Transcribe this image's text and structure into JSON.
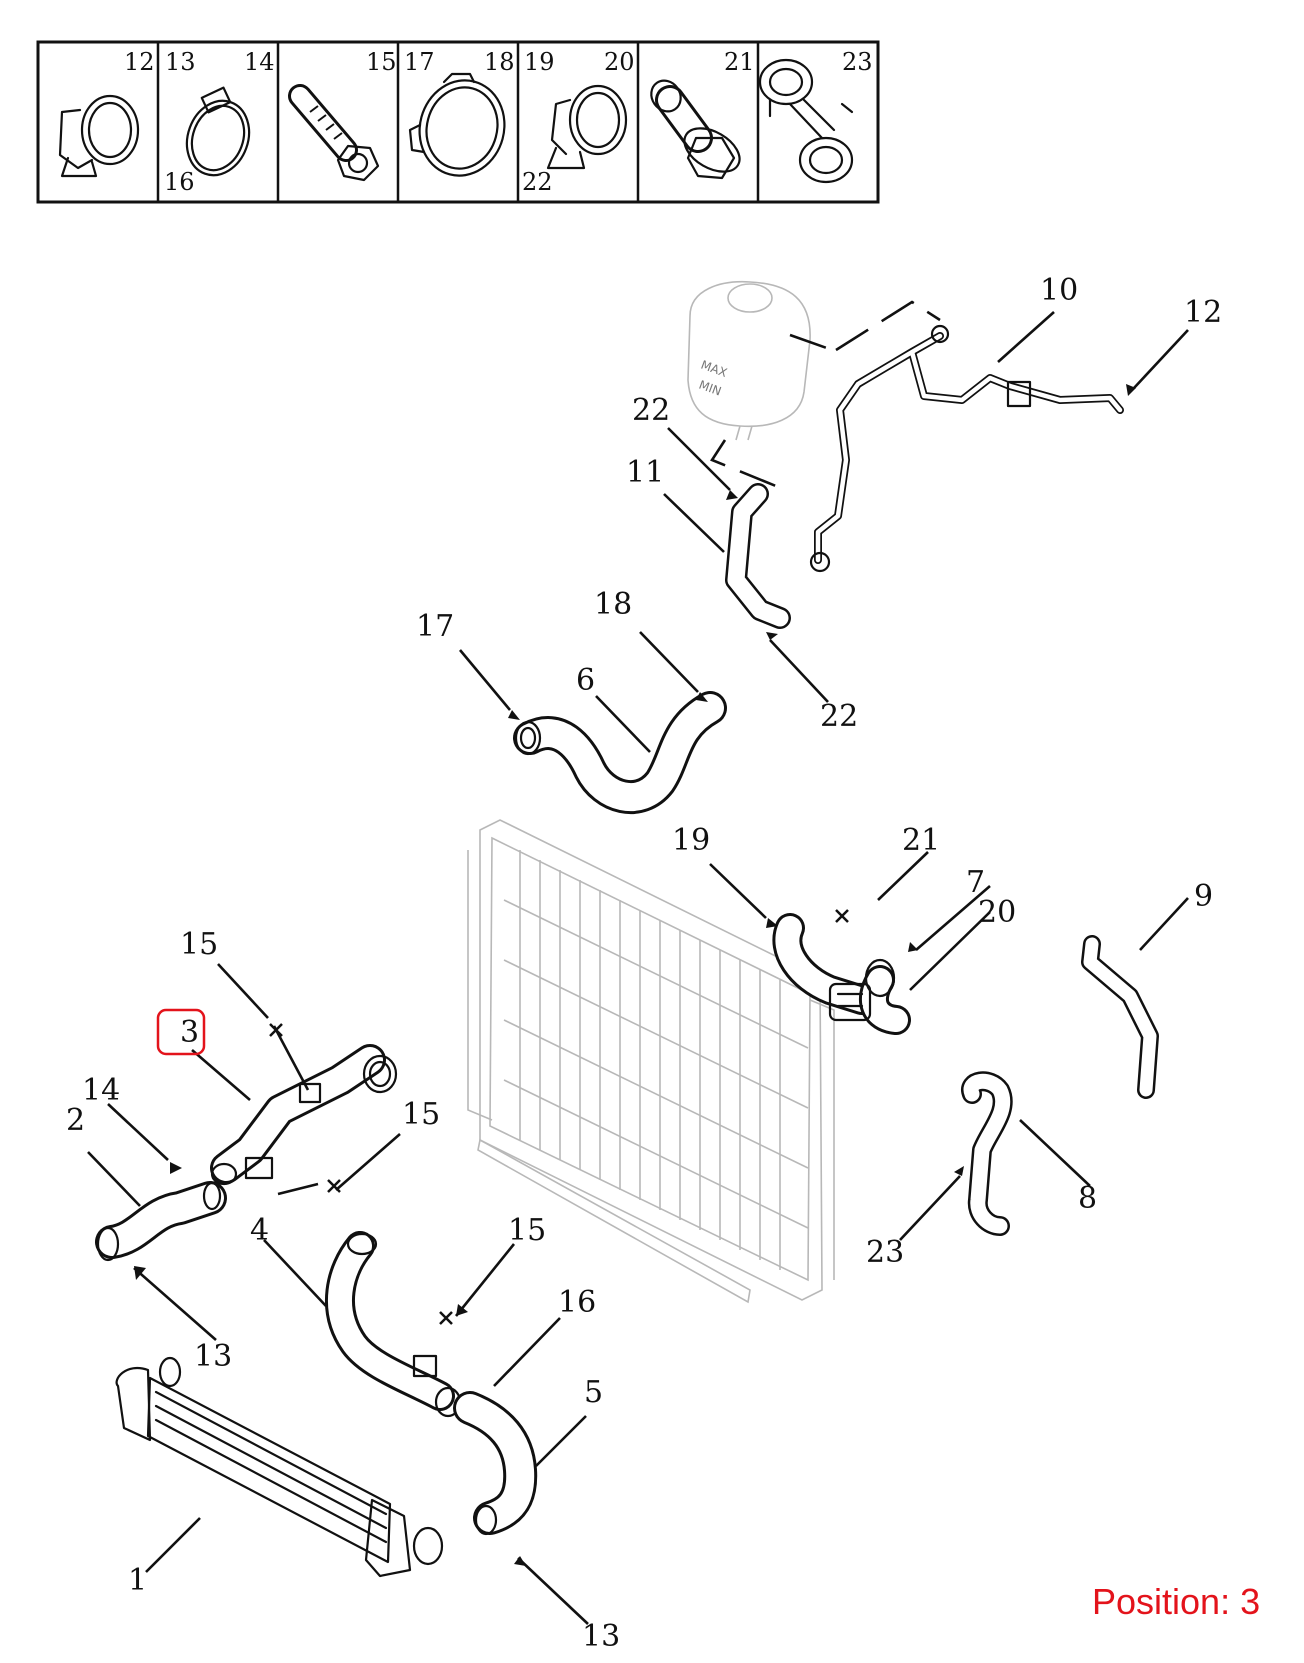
{
  "parts_table": {
    "cells": [
      {
        "labels": [
          "12"
        ]
      },
      {
        "labels": [
          "13",
          "14",
          "16"
        ]
      },
      {
        "labels": [
          "15"
        ]
      },
      {
        "labels": [
          "17",
          "18"
        ]
      },
      {
        "labels": [
          "19",
          "20",
          "22"
        ]
      },
      {
        "labels": [
          "21"
        ]
      },
      {
        "labels": [
          "23"
        ]
      }
    ]
  },
  "callouts": {
    "c1": "1",
    "c2": "2",
    "c3": "3",
    "c4": "4",
    "c5": "5",
    "c6": "6",
    "c7": "7",
    "c8": "8",
    "c9": "9",
    "c10": "10",
    "c11": "11",
    "c12": "12",
    "c13a": "13",
    "c13b": "13",
    "c14": "14",
    "c15a": "15",
    "c15b": "15",
    "c15c": "15",
    "c16": "16",
    "c17": "17",
    "c18": "18",
    "c19": "19",
    "c20": "20",
    "c21": "21",
    "c22a": "22",
    "c22b": "22",
    "c23": "23"
  },
  "highlight": {
    "position_label": "Position: 3",
    "selected_callout": "3",
    "color": "#e3131b"
  },
  "tank_text": {
    "max": "MAX",
    "min": "MIN"
  }
}
